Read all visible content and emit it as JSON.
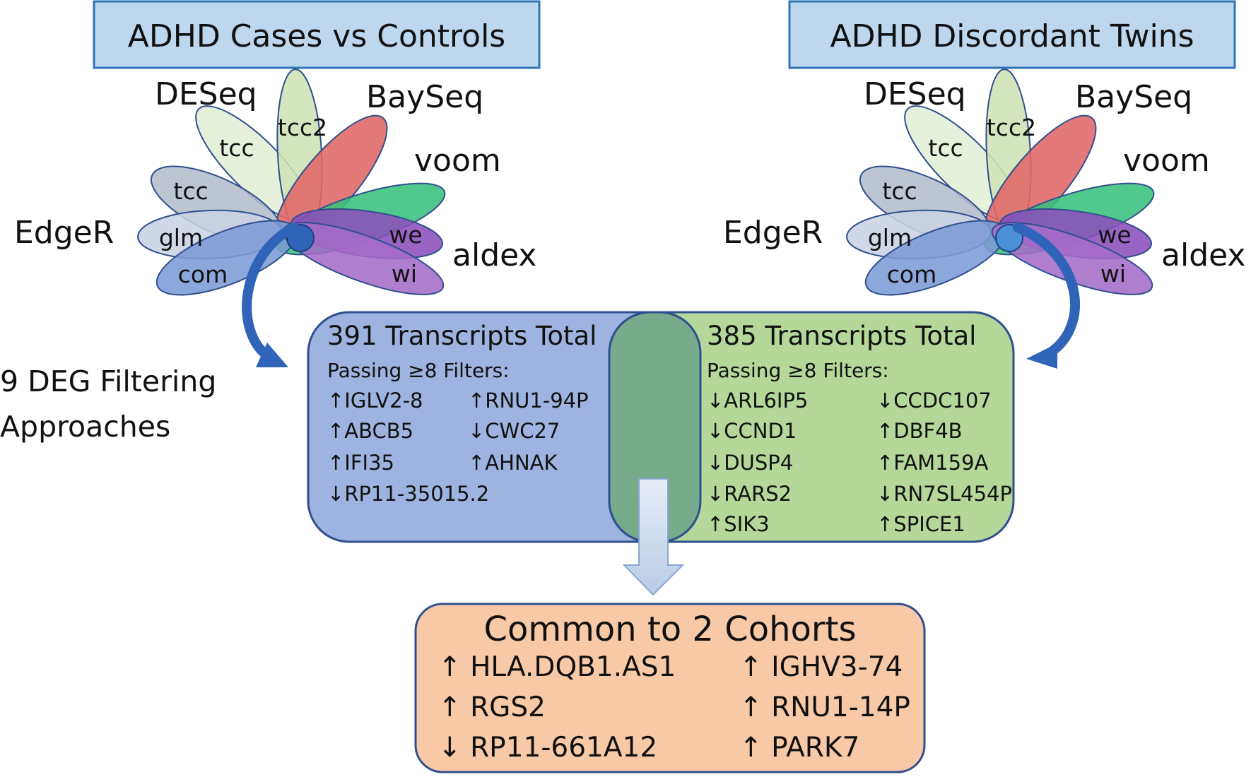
{
  "left_cohort": {
    "title": "ADHD Cases vs Controls",
    "methods": {
      "deseq": "DESeq",
      "bayseq": "BaySeq",
      "voom": "voom",
      "edger": "EdgeR",
      "aldex": "aldex"
    },
    "petals": {
      "tcc2": "tcc2",
      "tcc_deseq": "tcc",
      "tcc_edger": "tcc",
      "glm": "glm",
      "com": "com",
      "we": "we",
      "wi": "wi"
    }
  },
  "right_cohort": {
    "title": "ADHD Discordant Twins",
    "methods": {
      "deseq": "DESeq",
      "bayseq": "BaySeq",
      "voom": "voom",
      "edger": "EdgeR",
      "aldex": "aldex"
    },
    "petals": {
      "tcc2": "tcc2",
      "tcc_deseq": "tcc",
      "tcc_edger": "tcc",
      "glm": "glm",
      "com": "com",
      "we": "we",
      "wi": "wi"
    }
  },
  "filtering_label": {
    "line1": "9 DEG Filtering",
    "line2": "Approaches"
  },
  "left_box": {
    "title": "391 Transcripts Total",
    "subtitle": "Passing ≥8 Filters:",
    "genes": [
      "↑IGLV2-8",
      "↑RNU1-94P",
      "↑ABCB5",
      "↓CWC27",
      "↑IFI35",
      "↑AHNAK",
      "↓RP11-35015.2"
    ]
  },
  "right_box": {
    "title": "385 Transcripts Total",
    "subtitle": "Passing ≥8 Filters:",
    "genes": [
      "↓ARL6IP5",
      "↓CCDC107",
      "↓CCND1",
      "↑DBF4B",
      "↓DUSP4",
      "↑FAM159A",
      "↓RARS2",
      "↓RN7SL454P",
      "↑SIK3",
      "↑SPICE1"
    ]
  },
  "common_box": {
    "title": "Common to 2 Cohorts",
    "genes": [
      "↑ HLA.DQB1.AS1",
      "↑ IGHV3-74",
      "↑ RGS2",
      "↑ RNU1-14P",
      "↓ RP11-661A12",
      "↑ PARK7"
    ]
  },
  "colors": {
    "title_box_fill": "#bdd7ee",
    "title_box_stroke": "#2e75b6",
    "left_box_fill": "#9db3e0",
    "right_box_fill": "#b4d89a",
    "overlap_fill": "#78ab8c",
    "common_fill": "#f8c9a7",
    "box_stroke": "#2f4f8f",
    "arrow_blue": "#2f64b8",
    "petal_tcc2": "#cfe3b6",
    "petal_tcc_top": "#e3efd6",
    "petal_tcc_mid": "#b4bccc",
    "petal_glm": "#c9d2e3",
    "petal_com": "#7c9bd6",
    "petal_bayseq": "#e06666",
    "petal_voom": "#39c07c",
    "petal_we": "#8c4fbc",
    "petal_wi": "#a56cc8"
  }
}
